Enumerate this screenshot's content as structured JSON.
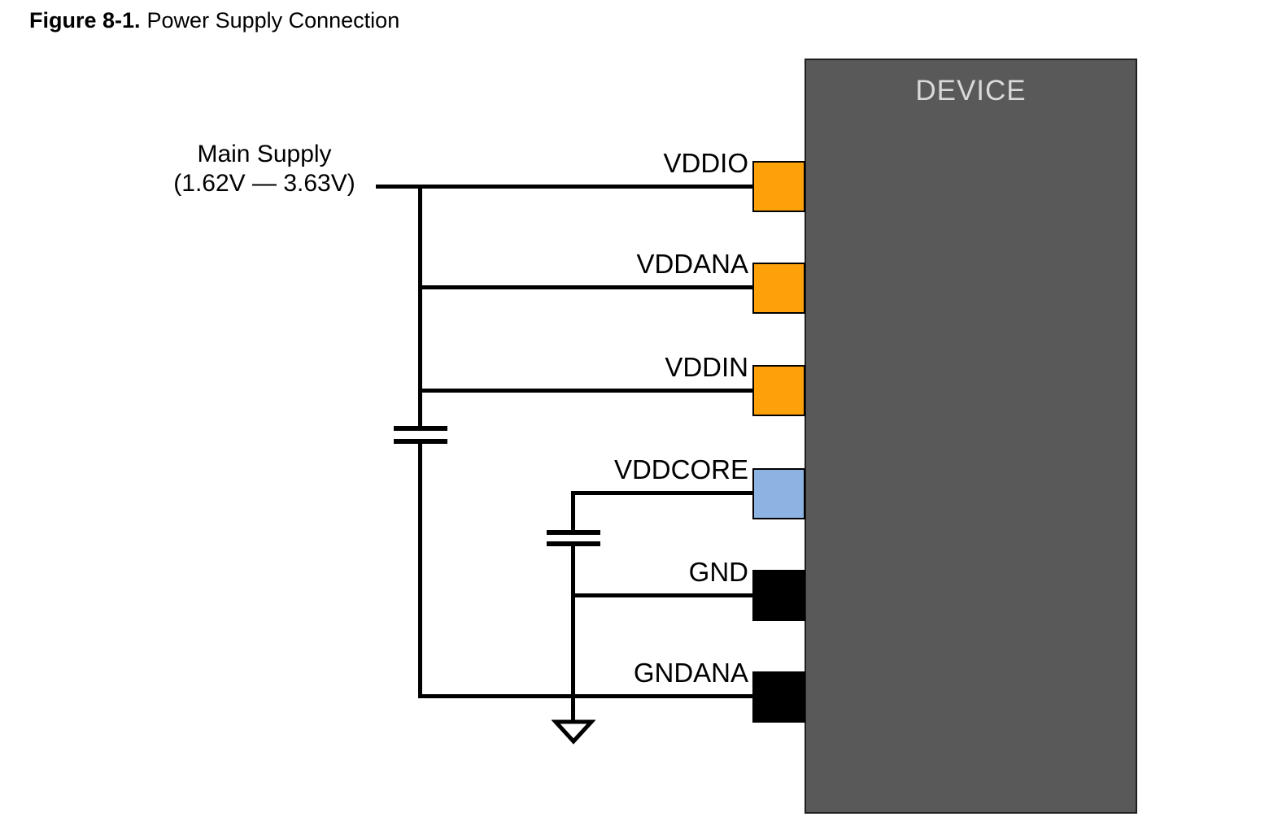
{
  "figure": {
    "number": "Figure 8-1.",
    "title": "Power Supply Connection"
  },
  "supply": {
    "line1": "Main Supply",
    "line2": "(1.62V — 3.63V)"
  },
  "device": {
    "label": "DEVICE",
    "fill": "#595959",
    "label_color": "#D9D9D9"
  },
  "pins": [
    {
      "name": "VDDIO",
      "pad_color": "#FCA10A",
      "type": "power-io"
    },
    {
      "name": "VDDANA",
      "pad_color": "#FCA10A",
      "type": "power-analog"
    },
    {
      "name": "VDDIN",
      "pad_color": "#FCA10A",
      "type": "power-in"
    },
    {
      "name": "VDDCORE",
      "pad_color": "#8DB3E2",
      "type": "power-core"
    },
    {
      "name": "GND",
      "pad_color": "#000000",
      "type": "ground"
    },
    {
      "name": "GNDANA",
      "pad_color": "#000000",
      "type": "ground-analog"
    }
  ],
  "symbols": {
    "capacitors": 2,
    "ground_symbol": "open-triangle-ground"
  },
  "colors": {
    "wire": "#000000",
    "orange_pad": "#FCA10A",
    "blue_pad": "#8DB3E2",
    "black_pad": "#000000",
    "device_gray": "#595959"
  }
}
